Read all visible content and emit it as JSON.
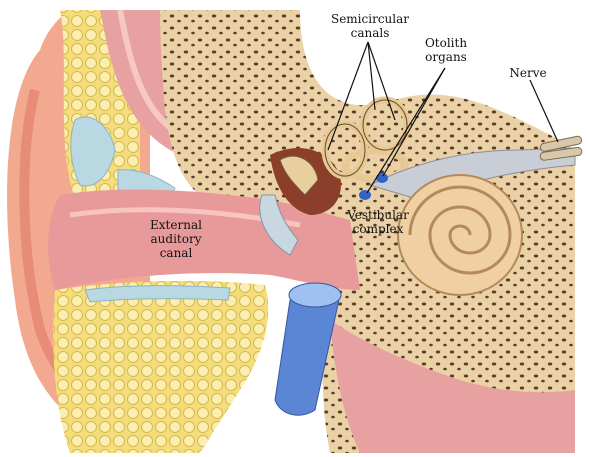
{
  "labels": {
    "semicircular_line1": "Semicircular",
    "semicircular_line2": "canals",
    "otolith_line1": "Otolith",
    "otolith_line2": "organs",
    "nerve": "Nerve",
    "eac_line1": "External",
    "eac_line2": "auditory",
    "eac_line3": "canal",
    "vestibular_line1": "Vestibular",
    "vestibular_line2": "complex"
  },
  "colors": {
    "skin": "#f2a98f",
    "skin_dark": "#de7a68",
    "canal_pink": "#e89a9a",
    "bone": "#ead2a6",
    "bone_pores": "#5a3a2a",
    "fat": "#f6e79a",
    "cartilage": "#b9d8e2",
    "cochlea": "#f0cfa3",
    "vessel": "#5b86d6",
    "otolith_dot": "#2f63c8"
  }
}
